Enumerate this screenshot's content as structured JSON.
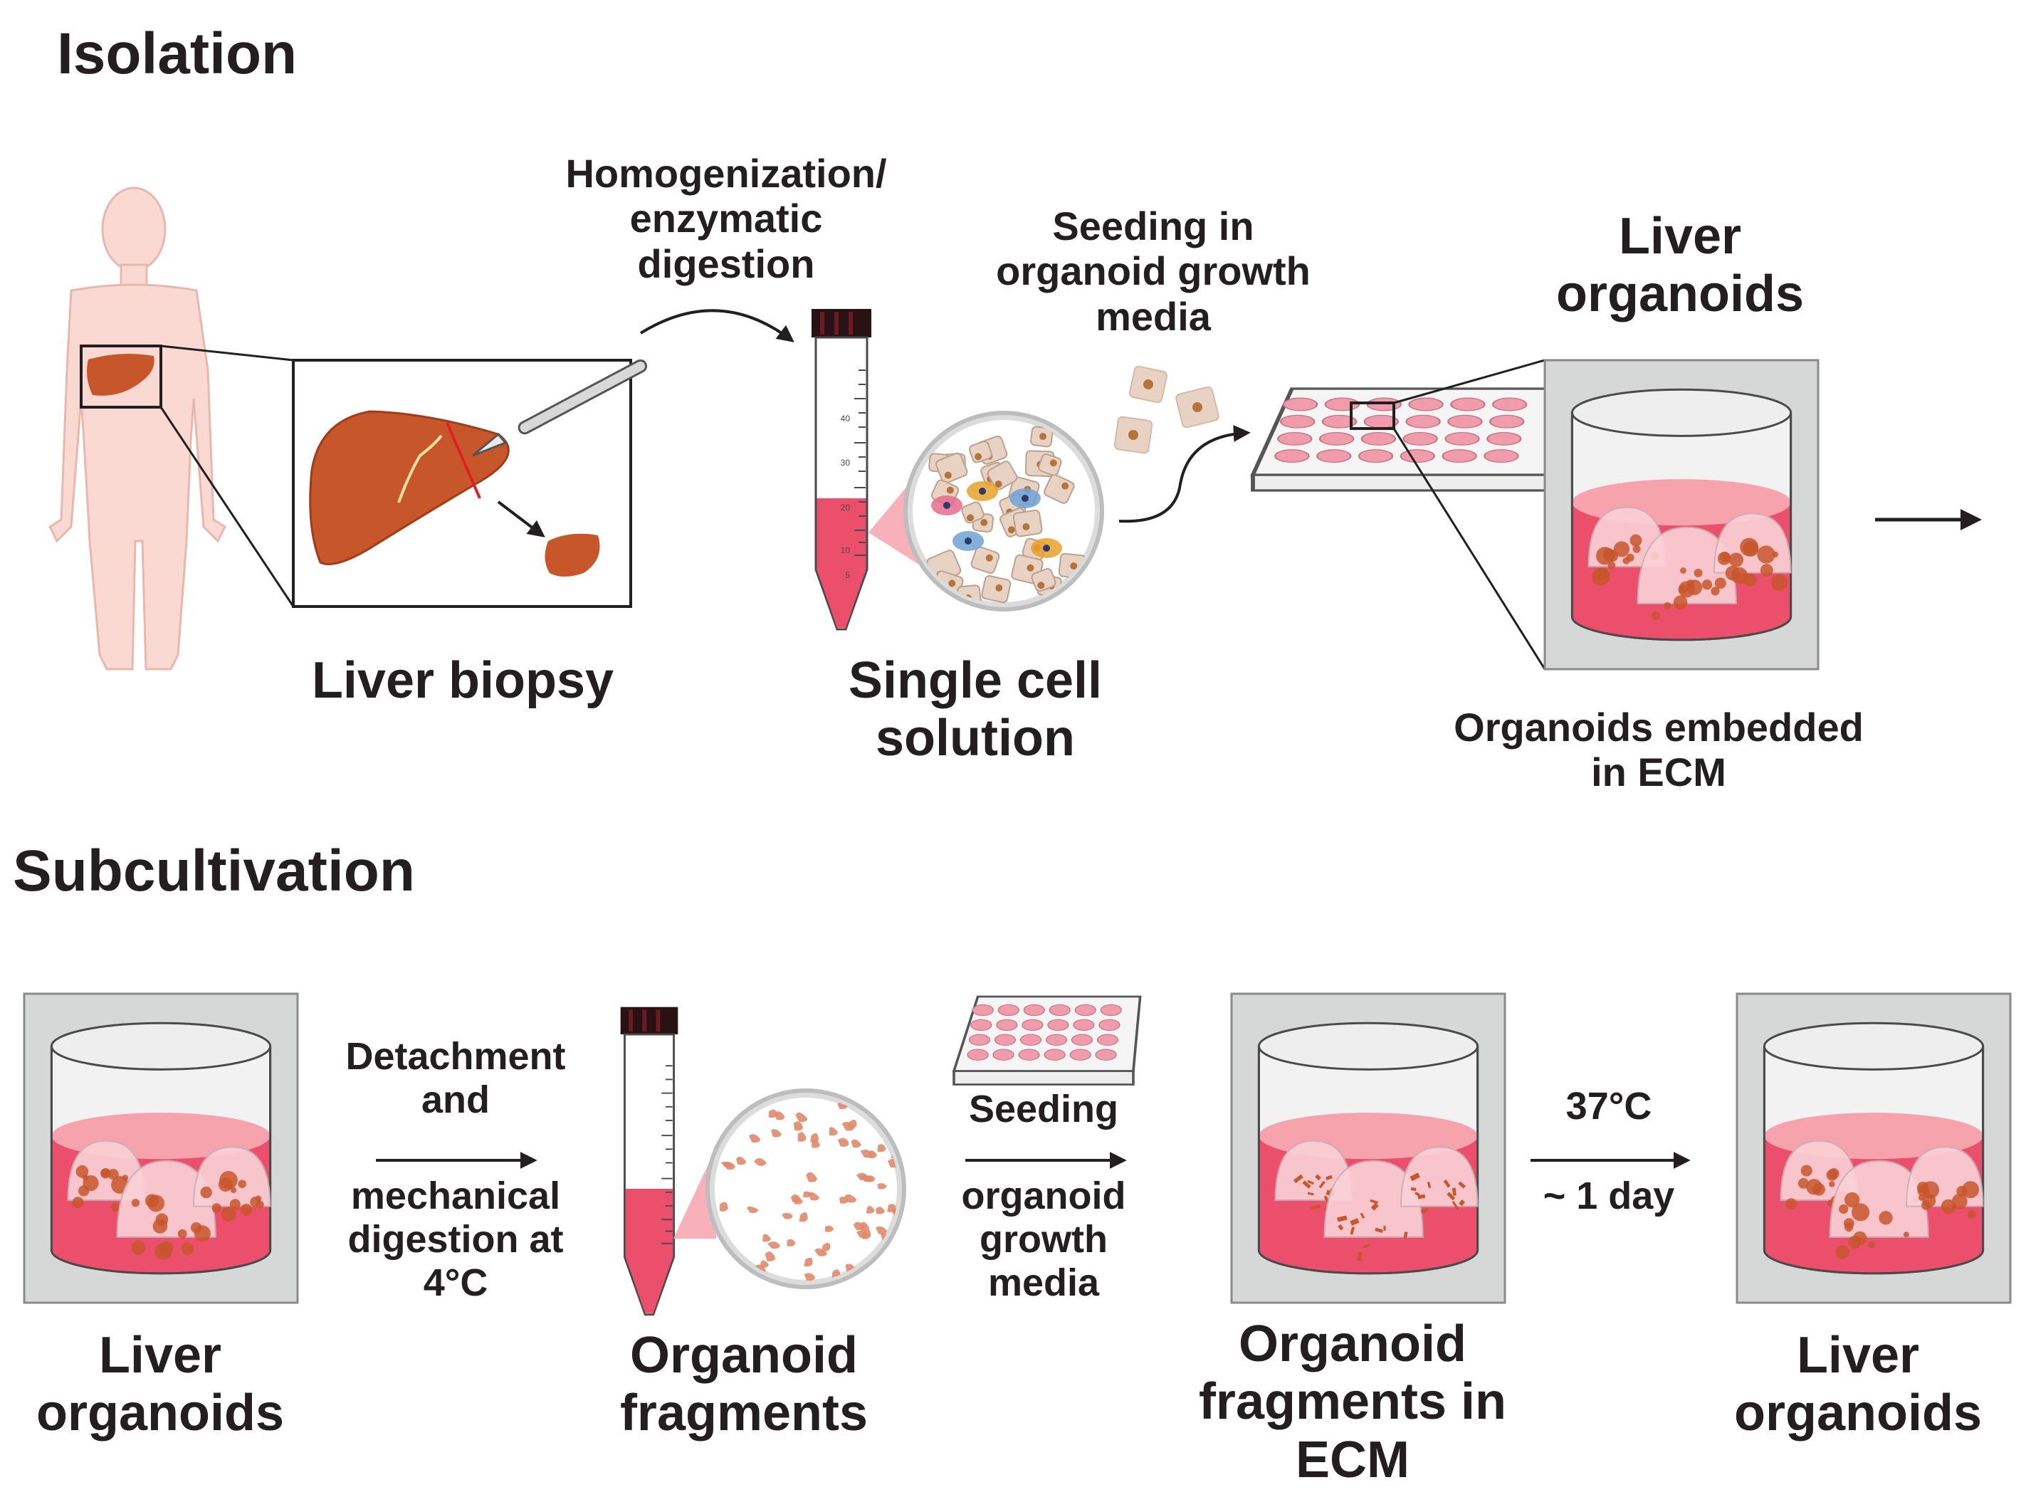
{
  "isolation": {
    "section_title": "Isolation",
    "liver_biopsy_label": "Liver biopsy",
    "homogenization_lines": [
      "Homogenization/",
      "enzymatic",
      "digestion"
    ],
    "seeding_lines": [
      "Seeding in",
      "organoid growth",
      "media"
    ],
    "single_cell_lines": [
      "Single cell",
      "solution"
    ],
    "liver_organoids_lines": [
      "Liver",
      "organoids"
    ],
    "embedded_lines": [
      "Organoids embedded",
      "in ECM"
    ]
  },
  "subcultivation": {
    "section_title": "Subcultivation",
    "start_organoids_lines": [
      "Liver",
      "organoids"
    ],
    "detachment_top_lines": [
      "Detachment",
      "and"
    ],
    "detachment_bottom_lines": [
      "mechanical",
      "digestion at",
      "4°C"
    ],
    "fragments_lines": [
      "Organoid",
      "fragments"
    ],
    "seeding_top": "Seeding",
    "seeding_bottom_lines": [
      "organoid",
      "growth",
      "media"
    ],
    "fragments_ecm_lines": [
      "Organoid",
      "fragments in",
      "ECM"
    ],
    "temperature": "37°C",
    "duration": "~ 1 day",
    "end_organoids_lines": [
      "Liver",
      "organoids"
    ]
  },
  "tube_scale_marks": [
    "40",
    "30",
    "20",
    "10",
    "5"
  ],
  "colors": {
    "text": "#231f20",
    "liver": "#c8562b",
    "media": "#ec4f6c",
    "media_top": "#f7a3ae",
    "body": "#f9d9d2",
    "panel": "#d6d8d7",
    "well": "#f09cad",
    "cell": "#e8d2c4"
  }
}
